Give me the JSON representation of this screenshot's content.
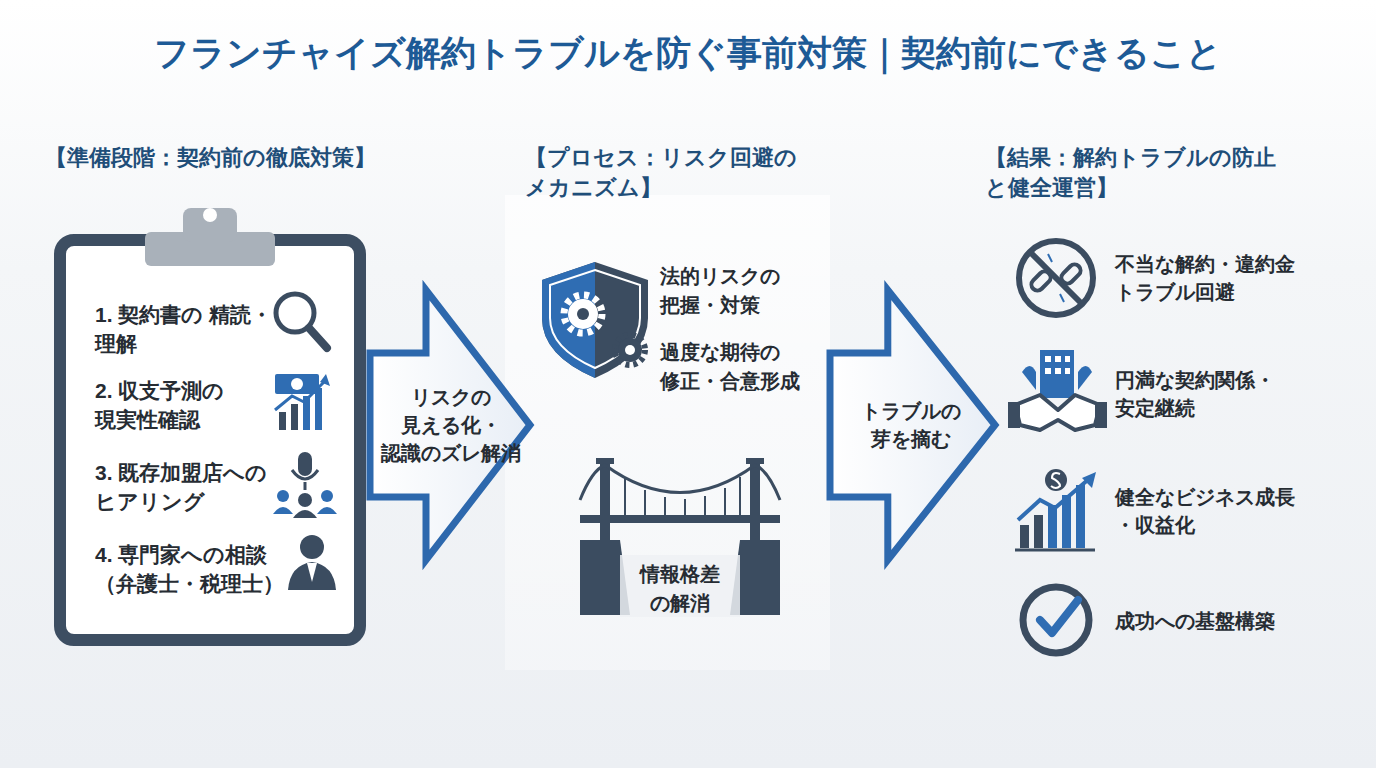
{
  "diagram": {
    "title": "フランチャイズ解約トラブルを防ぐ事前対策｜契約前にできること",
    "nodes": [
      {
        "text": [
          "【準備段階：契約前の徹底対策】",
          "1. 契約書の 精読・理解",
          "2. 収支予測の 現実性確認",
          "3. 既存加盟店への ヒアリング",
          "4. 専門家への相談 （弁護士・税理士）"
        ]
      },
      {
        "text": [
          "【プロセス：リスク回避の メカニズム】",
          "法的リスクの 把握・対策",
          "過度な期待の 修正・合意形成",
          "情報格差 の解消"
        ]
      },
      {
        "text": [
          "【結果：解約トラブルの防止 と健全運営】",
          "不当な解約・違約金 トラブル回避",
          "円満な契約関係・ 安定継続",
          "健全なビジネス成長 ・収益化",
          "成功への基盤構築"
        ]
      }
    ],
    "edges": [
      {
        "from": 0,
        "to": 1,
        "label": "リスクの 見える化・ 認識のズレ解消",
        "arrow": "to"
      },
      {
        "from": 1,
        "to": 2,
        "label": "トラブルの 芽を摘む",
        "arrow": "to"
      }
    ]
  }
}
